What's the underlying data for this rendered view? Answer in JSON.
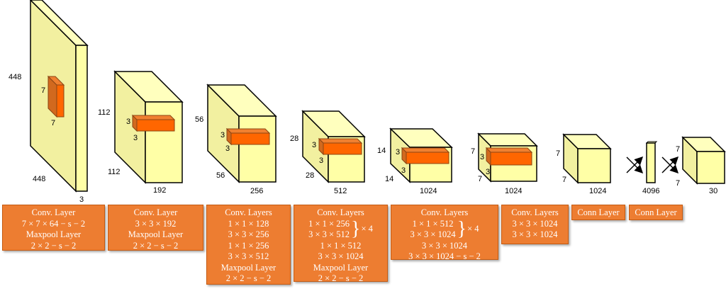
{
  "colors": {
    "cube_front": "#FFFFA6",
    "cube_side": "#F2F0A0",
    "cube_top": "#FFFFBE",
    "kernel": "#FF6600",
    "kernel_dark": "#C55A11",
    "box_fill": "#ED7D31",
    "box_text": "#FFFFFF"
  },
  "dims": {
    "c1_h": "448",
    "c1_w": "448",
    "c1_d": "3",
    "k1_a": "7",
    "k1_b": "7",
    "c2_h": "112",
    "c2_w": "112",
    "c2_d": "192",
    "k2_a": "3",
    "k2_b": "3",
    "c3_h": "56",
    "c3_w": "56",
    "c3_d": "256",
    "k3_a": "3",
    "k3_b": "3",
    "c4_h": "28",
    "c4_w": "28",
    "c4_d": "512",
    "k4_a": "3",
    "k4_b": "3",
    "c5_h": "14",
    "c5_w": "14",
    "c5_d": "1024",
    "k5_a": "3",
    "k5_b": "3",
    "c6_h": "7",
    "c6_w": "7",
    "c6_d": "1024",
    "k6_a": "3",
    "k6_b": "3",
    "c7_h": "7",
    "c7_w": "7",
    "c7_d": "1024",
    "c8_d": "4096",
    "c9_h": "7",
    "c9_w": "7",
    "c9_d": "30"
  },
  "boxes": {
    "b1": [
      "Conv. Layer",
      "7 × 7 × 64 − s − 2",
      "Maxpool Layer",
      "2 × 2 − s − 2"
    ],
    "b2": [
      "Conv. Layer",
      "3 × 3 × 192",
      "Maxpool Layer",
      "2 × 2 − s − 2"
    ],
    "b3": [
      "Conv. Layers",
      "1 × 1 × 128",
      "3 × 3 × 256",
      "1 × 1 × 256",
      "3 × 3 × 512",
      "Maxpool Layer",
      "2 × 2 − s − 2"
    ],
    "b4": {
      "group": [
        "1 × 1 × 256",
        "3 × 3 × 512"
      ],
      "title": "Conv. Layers",
      "rest": [
        "1 × 1 × 512",
        "3 × 3 × 1024",
        "Maxpool Layer",
        "2 × 2 − s − 2"
      ],
      "mult": "× 4"
    },
    "b5": {
      "group": [
        "1 × 1 × 512",
        "3 × 3 × 1024"
      ],
      "title": "Conv. Layers",
      "rest": [
        "3 × 3 × 1024",
        "3 × 3 × 1024 − s − 2"
      ],
      "mult": "× 4"
    },
    "b6": [
      "Conv. Layers",
      "3 × 3 × 1024",
      "3 × 3 × 1024"
    ],
    "b7": [
      "Conn Layer"
    ],
    "b8": [
      "Conn Layer"
    ]
  }
}
